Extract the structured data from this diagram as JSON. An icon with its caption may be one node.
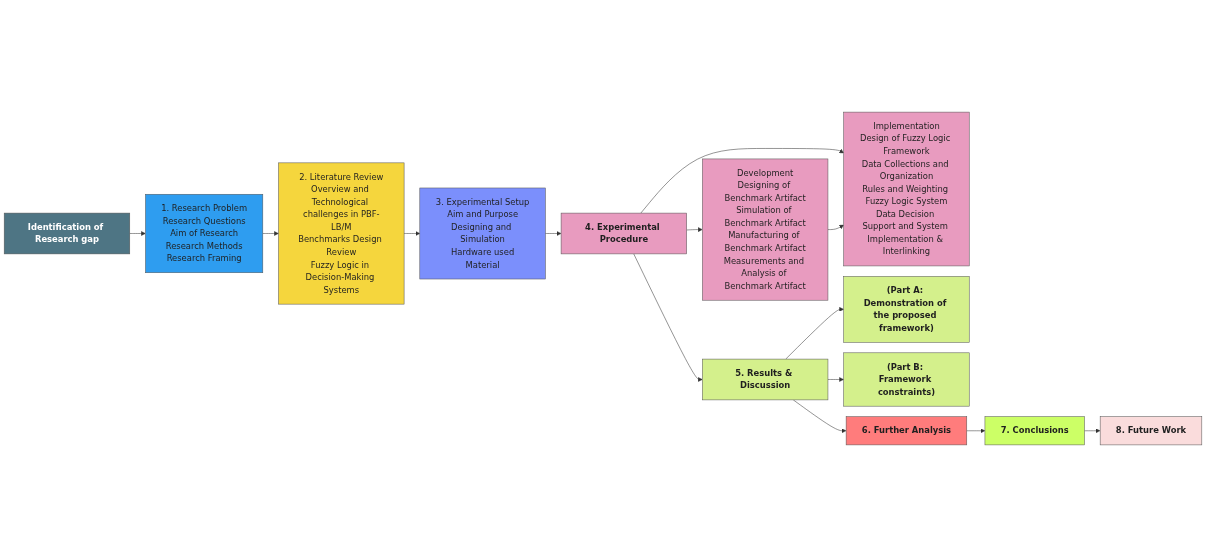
{
  "diagram": {
    "nodes": [
      {
        "text": [
          "Identification of Research gap"
        ]
      },
      {
        "text": [
          "1. Research Problem",
          "Research Questions",
          "Aim of Research",
          "Research Methods",
          "Research Framing"
        ]
      },
      {
        "text": [
          "2. Literature Review",
          "Overview and Technological challenges in PBF-LB/M",
          "Benchmarks Design Review",
          "Fuzzy Logic in Decision-Making Systems"
        ]
      },
      {
        "text": [
          "3. Experimental Setup",
          "Aim and Purpose",
          "Designing and Simulation",
          "Hardware used",
          "Material"
        ]
      },
      {
        "text": [
          "4. Experimental Procedure"
        ]
      },
      {
        "text": [
          "Development",
          "Designing of Benchmark Artifact",
          "Simulation of Benchmark Artifact",
          "Manufacturing of Benchmark Artifact",
          "Measurements and Analysis of Benchmark Artifact"
        ]
      },
      {
        "text": [
          "Implementation",
          "Design of Fuzzy Logic Framework",
          "Data Collections and Organization",
          "Rules and Weighting Fuzzy Logic System",
          "Data Decision Support and System Implementation & Interlinking"
        ]
      },
      {
        "text": [
          "5. Results & Discussion"
        ]
      },
      {
        "text": [
          "(Part A: Demonstration of the proposed framework)"
        ]
      },
      {
        "text": [
          "(Part B: Framework constraints)"
        ]
      },
      {
        "text": [
          "6. Further Analysis"
        ]
      },
      {
        "text": [
          "7. Conclusions"
        ]
      },
      {
        "text": [
          "8. Future Work"
        ]
      }
    ],
    "edges": [
      {
        "from": 0,
        "to": 1,
        "arrow": "to"
      },
      {
        "from": 1,
        "to": 2,
        "arrow": "to"
      },
      {
        "from": 2,
        "to": 3,
        "arrow": "to"
      },
      {
        "from": 3,
        "to": 4,
        "arrow": "to"
      },
      {
        "from": 4,
        "to": 5,
        "arrow": "to"
      },
      {
        "from": 4,
        "to": 6,
        "arrow": "to"
      },
      {
        "from": 5,
        "to": 6,
        "arrow": "to"
      },
      {
        "from": 4,
        "to": 7,
        "arrow": "to"
      },
      {
        "from": 7,
        "to": 8,
        "arrow": "to"
      },
      {
        "from": 7,
        "to": 9,
        "arrow": "to"
      },
      {
        "from": 7,
        "to": 10,
        "arrow": "to"
      },
      {
        "from": 10,
        "to": 11,
        "arrow": "to"
      },
      {
        "from": 11,
        "to": 12,
        "arrow": "to"
      }
    ]
  }
}
